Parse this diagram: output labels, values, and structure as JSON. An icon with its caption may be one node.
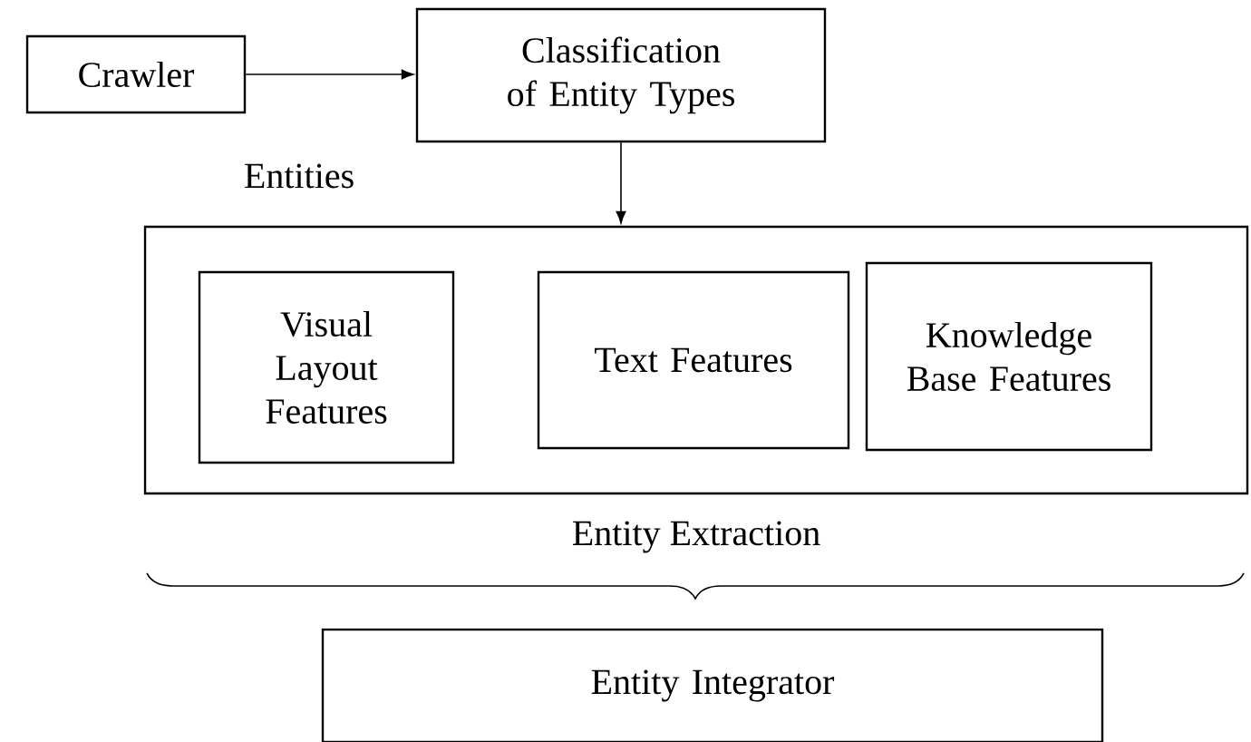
{
  "diagram": {
    "nodes": [
      {
        "text": [
          "Crawler"
        ]
      },
      {
        "text": [
          "Classification of Entity Types"
        ]
      },
      {
        "text": [],
        "shape": "box"
      },
      {
        "text": [
          "Visual Layout Features"
        ],
        "in": 2
      },
      {
        "text": [
          "Text Features"
        ],
        "in": 2
      },
      {
        "text": [
          "Knowledge Base Features"
        ],
        "in": 2
      },
      {
        "text": [
          "Entity Integrator"
        ]
      }
    ],
    "edges": [
      {
        "from": 0,
        "to": 1,
        "arrow": "to",
        "label": "Entities"
      },
      {
        "from": 1,
        "to": 2,
        "arrow": "to"
      }
    ],
    "labels": [
      "Entity Extraction"
    ]
  }
}
